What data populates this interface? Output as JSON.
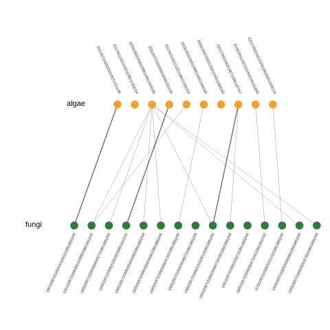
{
  "rows": {
    "top_label": "algae",
    "bottom_label": "fungi"
  },
  "colors": {
    "algae_node": "#f2a12a",
    "fungi_node": "#2e7d32",
    "edge": "#666666"
  },
  "algae": [
    "2|3|1|5|7|10|2|20|2|1|5|7|12|1|195",
    "2|1|7|6|1|10|1|12|2|1|38|1|13|3|154",
    "2|2|3|1|6|2|10|2|1|9|9|1|4|5|1|4|4|160",
    "2|3|1|5|7|10|2|20|2|1|5|9|12|1|195",
    "2|1|7|6|1|10|1|12|2|1|38|1|13|3|154",
    "2|2|3|1|6|2|10|2|1|9|9|1|4|5|1|4|0|160",
    "2|2|3|1|6|2|10|2|1|20|1|1|4|5|1|4|0|160",
    "2|2|1|7|6|2|10|2|1|9|7|1|38|1|4|7|57",
    "2|1|9|1|6|1|10|1|2|1|4|4|1|4|1|1|3|63",
    "2|2|1|7|6|2|10|1|2|20|1|9|4|4|5|1|2|4|143"
  ],
  "fungi": [
    "1|9|1|2|9|7|2|3|9|2|4|1|29|1|2|38|1|8|5|209",
    "1|6|1|2|9|7|2|3|9|2|6|1|2|9|9|2|38|1|6|1|102",
    "1|6|5|2|9|7|2|3|9|2|6|0|4|3|7|2|38|1|8|5|209",
    "1|6|5|2|9|7|2|3|9|2|1|9|2|6|2|38|1|6|1|102",
    "1|6|5|2|9|7|2|3|9|2|6|4|4|2|9|2|38|1|8|5|209",
    "1|6|5|2|9|7|2|3|9|2|6|0|4|0|9|2|38|1|8|5|209",
    "1|6|5|2|9|7|2|3|9|2|6|0|4|7|0|2|38|1|8|5|209",
    "1|6|5|2|9|7|2|3|9|2|6|4|9|7|2|38|1|8|5|209",
    "1|9|5|2|9|7|2|3|9|2|2|2|2|9|1|2|38|1|8|5|209",
    "1|6|5|2|9|7|2|3|9|2|6|0|4|7|4|2|9|2|38|1|8|5|209",
    "1|9|1|2|9|7|2|3|9|2|2|2|7|2|38|1|8|5|209",
    "1|6|5|2|9|7|2|3|9|2|6|4|7|2|6|2|38|1|6|1|102",
    "1|7|9|2|9|7|2|3|9|2|2|1|1|1|2|38|1|8|5|209",
    "1|6|5|2|9|7|2|3|9|2|6|0|4|6|2|38|1|8|5|209",
    "1|6|5|2|9|7|2|3|9|2|6|6|3|7|0|2|38|1|8|5|209"
  ],
  "edges": [
    {
      "from": 0,
      "to": 0,
      "weight": 2
    },
    {
      "from": 2,
      "to": 1,
      "weight": 1
    },
    {
      "from": 2,
      "to": 2,
      "weight": 1
    },
    {
      "from": 2,
      "to": 4,
      "weight": 1
    },
    {
      "from": 2,
      "to": 5,
      "weight": 1
    },
    {
      "from": 2,
      "to": 8,
      "weight": 1
    },
    {
      "from": 2,
      "to": 13,
      "weight": 1
    },
    {
      "from": 2,
      "to": 14,
      "weight": 1
    },
    {
      "from": 3,
      "to": 3,
      "weight": 2
    },
    {
      "from": 4,
      "to": 1,
      "weight": 1
    },
    {
      "from": 5,
      "to": 6,
      "weight": 1
    },
    {
      "from": 7,
      "to": 8,
      "weight": 2
    },
    {
      "from": 7,
      "to": 9,
      "weight": 1
    },
    {
      "from": 8,
      "to": 11,
      "weight": 1
    },
    {
      "from": 9,
      "to": 12,
      "weight": 1
    }
  ]
}
